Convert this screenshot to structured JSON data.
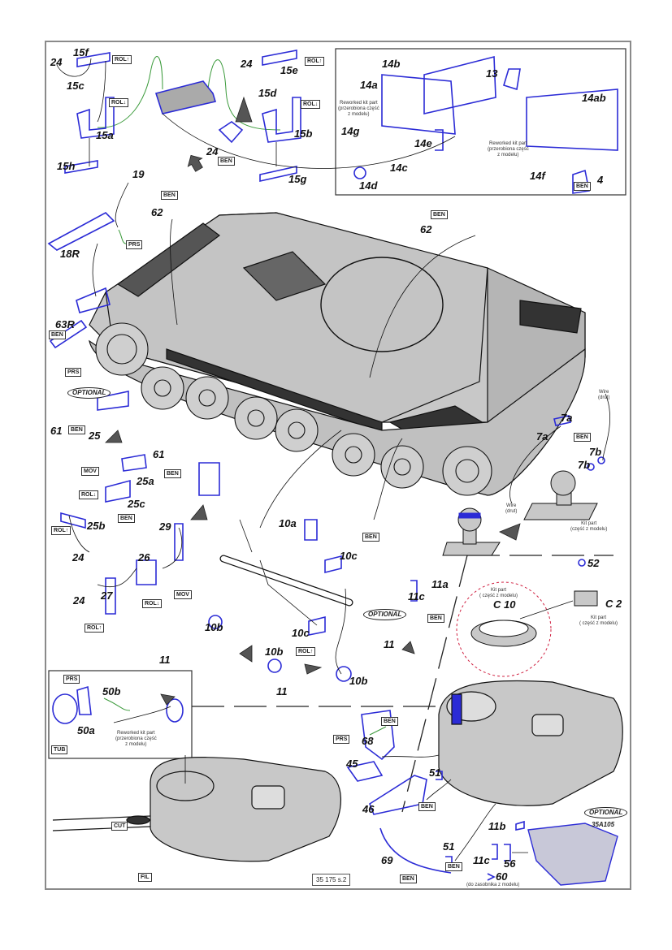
{
  "document": {
    "page_number": "35 175 s.2",
    "colors": {
      "part_blue": "#2b2bd6",
      "hull_gray": "#c8c8c8",
      "frame_gray": "#8a8a8a",
      "wire_green": "#3a9a3a",
      "accent_red": "#d02040"
    }
  },
  "tags": {
    "rol_up": "ROL↑",
    "rol_down": "ROL↓",
    "ben": "BEN",
    "prs": "PRS",
    "mov": "MOV",
    "tub": "TUB",
    "cut": "CUT",
    "fil": "FIL"
  },
  "notes": {
    "reworked": "Reworked kit part\n(przerobiona część\nz modelu)",
    "kit_part": "Kit part\n(część z modelu)",
    "kit_part_paren": "Kit part\n( część z modelu)",
    "wire": "Wire\n(drut)",
    "do_zasobnika": "(do zasobnika z modelu)"
  },
  "optional_label": "OPTIONAL",
  "optional_code": "35A105",
  "parts": {
    "p24": "24",
    "p15f": "15f",
    "p15c": "15c",
    "p15a": "15a",
    "p15h": "15h",
    "p15e": "15e",
    "p15d": "15d",
    "p15b": "15b",
    "p15g": "15g",
    "p19": "19",
    "p62": "62",
    "p18R": "18R",
    "p63R": "63R",
    "p14a": "14a",
    "p14b": "14b",
    "p14g": "14g",
    "p14e": "14e",
    "p14c": "14c",
    "p14d": "14d",
    "p13": "13",
    "p14ab": "14ab",
    "p14f": "14f",
    "p4": "4",
    "p61": "61",
    "p25": "25",
    "p25a": "25a",
    "p25b": "25b",
    "p25c": "25c",
    "p26": "26",
    "p27": "27",
    "p29": "29",
    "p10a": "10a",
    "p10b": "10b",
    "p10c": "10c",
    "p11": "11",
    "p11a": "11a",
    "p11b": "11b",
    "p11c": "11c",
    "p7a": "7a",
    "p7b": "7b",
    "p52": "52",
    "pC10": "C 10",
    "pC2": "C 2",
    "p50a": "50a",
    "p50b": "50b",
    "p68": "68",
    "p45": "45",
    "p46": "46",
    "p51": "51",
    "p69": "69",
    "p56": "56",
    "p60": "60"
  }
}
